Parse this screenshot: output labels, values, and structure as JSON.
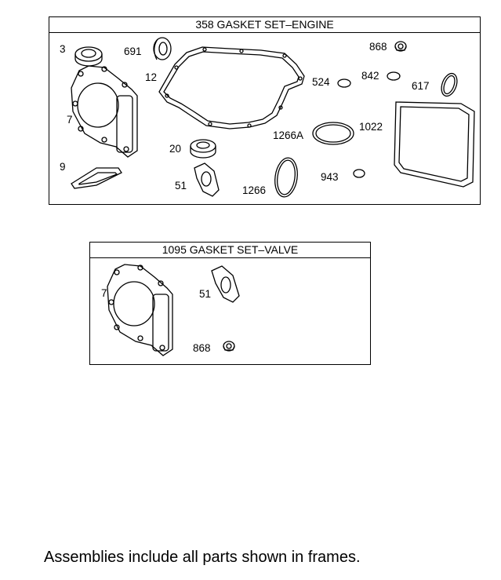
{
  "engine_set": {
    "title": "358 GASKET SET–ENGINE",
    "labels": {
      "p3": "3",
      "p691": "691",
      "p868": "868",
      "p12": "12",
      "p524": "524",
      "p842": "842",
      "p617": "617",
      "p7": "7",
      "p1266a": "1266A",
      "p1022": "1022",
      "p20": "20",
      "p9": "9",
      "p51": "51",
      "p1266": "1266",
      "p943": "943"
    }
  },
  "valve_set": {
    "title": "1095 GASKET SET–VALVE",
    "labels": {
      "p7": "7",
      "p51": "51",
      "p868": "868"
    }
  },
  "footer_note": "Assemblies include all parts shown in frames."
}
